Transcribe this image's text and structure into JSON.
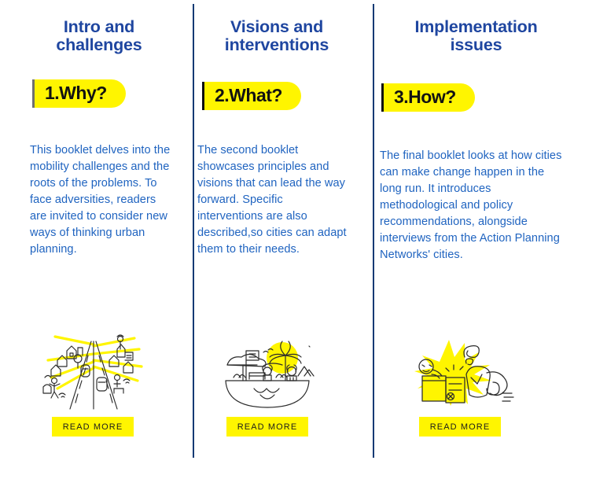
{
  "theme": {
    "heading_color": "#1f46a0",
    "body_color": "#2064c0",
    "accent_yellow": "#fff500",
    "divider_color": "#123a74",
    "ink_color": "#1c1c1c",
    "background": "#ffffff"
  },
  "columns": [
    {
      "id": "intro-and-challenges",
      "title": "Intro and\nchallenges",
      "badge": "1.Why?",
      "badge_bar_color": "#6f6f6f",
      "body": "This booklet delves into the mobility challenges and the roots of the problems. To face adversities, readers are invited to consider new ways of thinking urban planning.",
      "illustration": "road-street-scene-illustration",
      "cta": "READ MORE"
    },
    {
      "id": "visions-and-interventions",
      "title": "Visions and\ninterventions",
      "badge": "2.What?",
      "badge_bar_color": "#101010",
      "body": "The second booklet showcases principles and visions that can lead the way forward. Specific interventions are also described,so cities can adapt them to their needs.",
      "illustration": "public-square-park-illustration",
      "cta": "READ MORE"
    },
    {
      "id": "implementation-issues",
      "title": "Implementation\nissues",
      "badge": "3.How?",
      "badge_bar_color": "#101010",
      "body": "The final booklet looks at how cities can make change happen in the long run. It introduces methodological and policy recommendations, alongside interviews from the Action Planning Networks' cities.",
      "illustration": "people-collaborating-burst-illustration",
      "cta": "READ MORE"
    }
  ]
}
